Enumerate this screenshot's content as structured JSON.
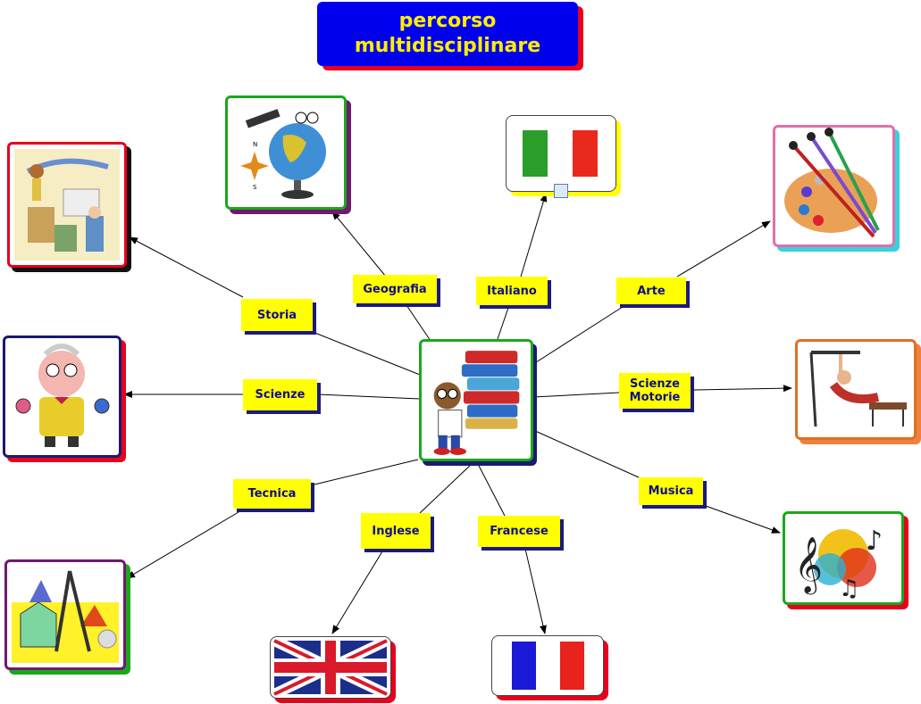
{
  "title": {
    "line1": "percorso",
    "line2": "multidisciplinare"
  },
  "labels": {
    "storia": "Storia",
    "geografia": "Geografia",
    "italiano": "Italiano",
    "arte": "Arte",
    "scienze": "Scienze",
    "scienze_motorie_1": "Scienze",
    "scienze_motorie_2": "Motorie",
    "tecnica": "Tecnica",
    "inglese": "Inglese",
    "francese": "Francese",
    "musica": "Musica"
  },
  "colors": {
    "title_bg": "#0000ee",
    "title_text": "#ffee00",
    "label_bg": "#ffff00",
    "label_text": "#101088",
    "title_shadow": "#e8001c"
  },
  "icons": [
    "books-student-image",
    "history-image",
    "globe-image",
    "italy-flag",
    "palette-image",
    "scientist-image",
    "gymnast-image",
    "geometry-image",
    "uk-flag",
    "france-flag",
    "music-image"
  ]
}
